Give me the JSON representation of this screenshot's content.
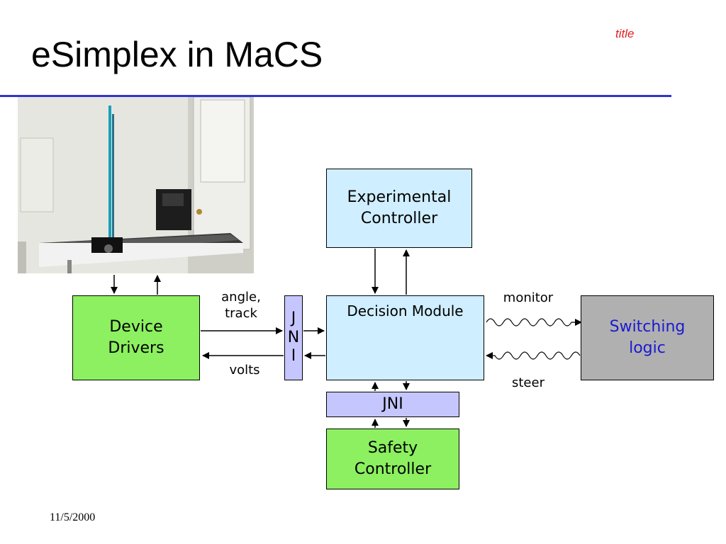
{
  "slide": {
    "title": "eSimplex in MaCS",
    "tag": "title",
    "date": "11/5/2000",
    "accent_color": "#3333cc"
  },
  "diagram": {
    "experimental_controller": "Experimental\nController",
    "decision_module": "Decision Module",
    "device_drivers": "Device\nDrivers",
    "switching_logic": "Switching\nlogic",
    "jni_vertical": "J\nN\nI",
    "jni_horizontal": "JNI",
    "safety_controller": "Safety\nController",
    "labels": {
      "angle_track": "angle,\ntrack",
      "volts": "volts",
      "monitor": "monitor",
      "steer": "steer"
    },
    "colors": {
      "controller_box": "#cfeeff",
      "driver_box": "#8cf060",
      "switching_box": "#b0b0b0",
      "jni_box": "#c6c6ff",
      "switching_text": "#1a1ad0"
    }
  },
  "photo": {
    "subject": "inverted pendulum hardware on a table"
  }
}
